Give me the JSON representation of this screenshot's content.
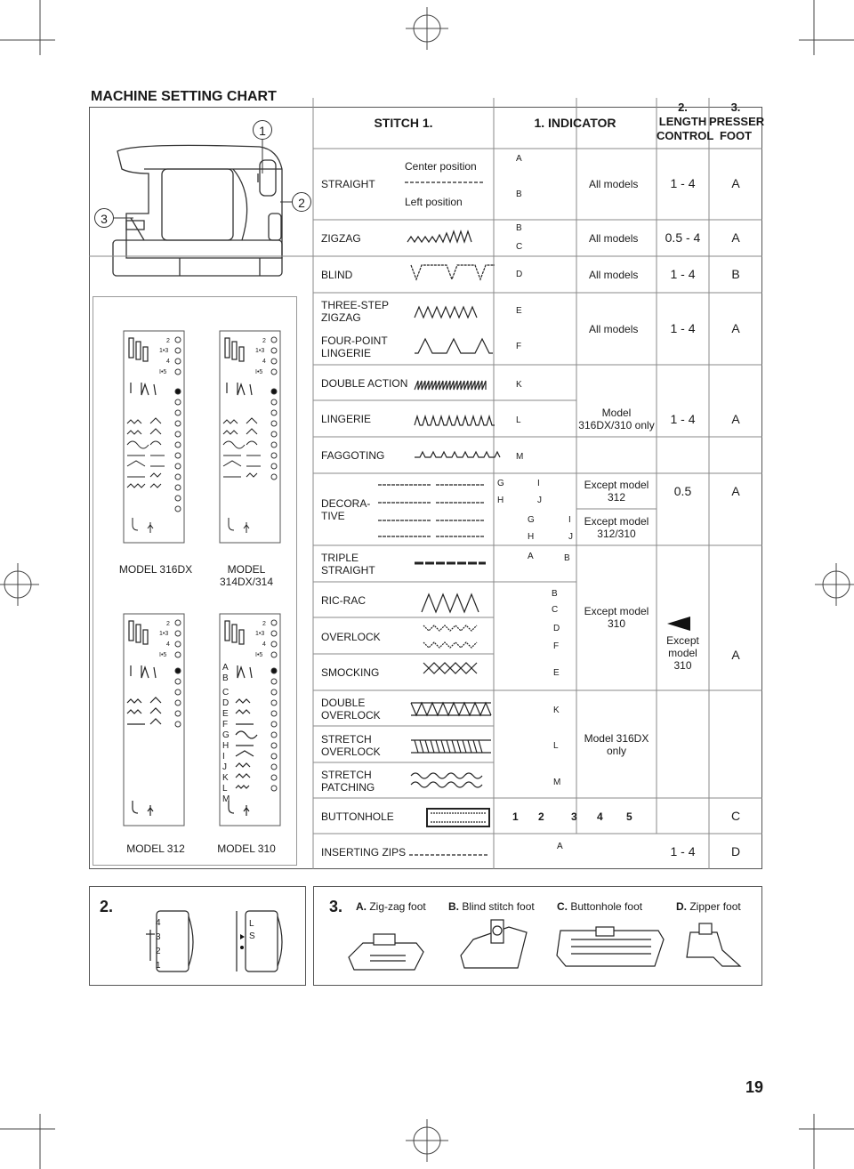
{
  "title": "MACHINE SETTING CHART",
  "page_number": "19",
  "callouts": [
    "1",
    "2",
    "3"
  ],
  "headers": {
    "stitch": "STITCH 1.",
    "indicator": "1. INDICATOR",
    "length_num": "2.",
    "length_1": "LENGTH",
    "length_2": "CONTROL",
    "foot_num": "3.",
    "foot_1": "PRESSER",
    "foot_2": "FOOT"
  },
  "labels": {
    "center_position": "Center position",
    "left_position": "Left position",
    "except_model_312": "Except model\n312",
    "except_model_312_310": "Except model\n312/310",
    "except_model_310": "Except model\n310",
    "model_316_only": "Model 316DX\nonly",
    "model_316_310_only": "Model\n316DX/310 only",
    "except_model_310_stack": "Except\nmodel\n310",
    "all_models": "All models"
  },
  "rows": [
    {
      "name": "STRAIGHT",
      "ind": [
        "A",
        "B"
      ],
      "models": "All models",
      "length": "1 - 4",
      "foot": "A"
    },
    {
      "name": "ZIGZAG",
      "ind": [
        "B",
        "C"
      ],
      "models": "All models",
      "length": "0.5 - 4",
      "foot": "A"
    },
    {
      "name": "BLIND",
      "ind": [
        "D"
      ],
      "models": "All models",
      "length": "1 - 4",
      "foot": "B"
    },
    {
      "name": "THREE-STEP\nZIGZAG",
      "ind": [
        "E"
      ]
    },
    {
      "name": "FOUR-POINT\nLINGERIE",
      "ind": [
        "F"
      ],
      "models": "All models",
      "length": "1 - 4",
      "foot": "A"
    },
    {
      "name": "DOUBLE ACTION",
      "ind": [
        "K"
      ]
    },
    {
      "name": "LINGERIE",
      "ind": [
        "L"
      ],
      "length": "1 - 4",
      "foot": "A"
    },
    {
      "name": "FAGGOTING",
      "ind": [
        "M"
      ]
    },
    {
      "name": "DECORA-\nTIVE",
      "ind": [
        "G",
        "I",
        "H",
        "J",
        "G",
        "I",
        "H",
        "J"
      ],
      "length": "0.5",
      "foot": "A"
    },
    {
      "name": "TRIPLE\nSTRAIGHT",
      "ind": [
        "A",
        "B"
      ]
    },
    {
      "name": "RIC-RAC",
      "ind": [
        "B",
        "C"
      ]
    },
    {
      "name": "OVERLOCK",
      "ind": [
        "D",
        "F"
      ],
      "foot": "A"
    },
    {
      "name": "SMOCKING",
      "ind": [
        "E"
      ]
    },
    {
      "name": "DOUBLE\nOVERLOCK",
      "ind": [
        "K"
      ]
    },
    {
      "name": "STRETCH\nOVERLOCK",
      "ind": [
        "L"
      ]
    },
    {
      "name": "STRETCH\nPATCHING",
      "ind": [
        "M"
      ]
    },
    {
      "name": "BUTTONHOLE",
      "ind": [
        "1",
        "2",
        "3",
        "4",
        "5"
      ],
      "foot": "C"
    },
    {
      "name": "INSERTING ZIPS",
      "ind": [
        "A"
      ],
      "length": "1 - 4",
      "foot": "D"
    }
  ],
  "models": {
    "m316": "MODEL 316DX",
    "m314": "MODEL\n314DX/314",
    "m312": "MODEL 312",
    "m310": "MODEL 310"
  },
  "panel_letters": {
    "abc": [
      "A",
      "B",
      "C"
    ],
    "dm": [
      "D",
      "E",
      "F",
      "G",
      "H",
      "I",
      "J",
      "K",
      "L",
      "M"
    ],
    "positions": [
      "2",
      "1•3",
      "4",
      "I•5"
    ]
  },
  "section2": {
    "num": "2.",
    "dial_a": [
      "4",
      "3",
      "2",
      "1"
    ],
    "dial_b": [
      "L",
      "S"
    ]
  },
  "section3": {
    "num": "3.",
    "feet": [
      {
        "letter": "A.",
        "name": "Zig-zag foot"
      },
      {
        "letter": "B.",
        "name": "Blind stitch foot"
      },
      {
        "letter": "C.",
        "name": "Buttonhole foot"
      },
      {
        "letter": "D.",
        "name": "Zipper foot"
      }
    ]
  }
}
